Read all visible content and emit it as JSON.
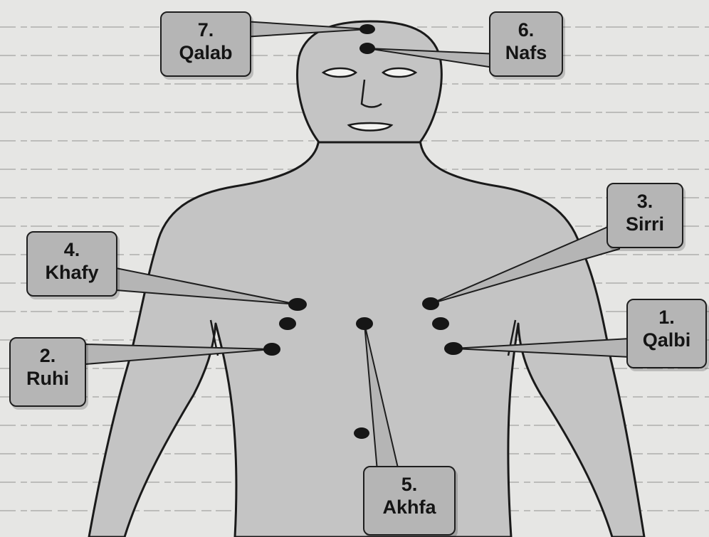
{
  "callouts": [
    {
      "id": "qalab",
      "number": "7.",
      "name": "Qalab"
    },
    {
      "id": "nafs",
      "number": "6.",
      "name": "Nafs"
    },
    {
      "id": "sirri",
      "number": "3.",
      "name": "Sirri"
    },
    {
      "id": "khafy",
      "number": "4.",
      "name": "Khafy"
    },
    {
      "id": "qalbi",
      "number": "1.",
      "name": "Qalbi"
    },
    {
      "id": "ruhi",
      "number": "2.",
      "name": "Ruhi"
    },
    {
      "id": "akhfa",
      "number": "5.",
      "name": "Akhfa"
    }
  ],
  "colors": {
    "paper": "#e6e6e4",
    "body_fill": "#c4c4c4",
    "outline": "#1a1a1a",
    "callout_fill": "#b5b5b5",
    "point": "#161616"
  }
}
